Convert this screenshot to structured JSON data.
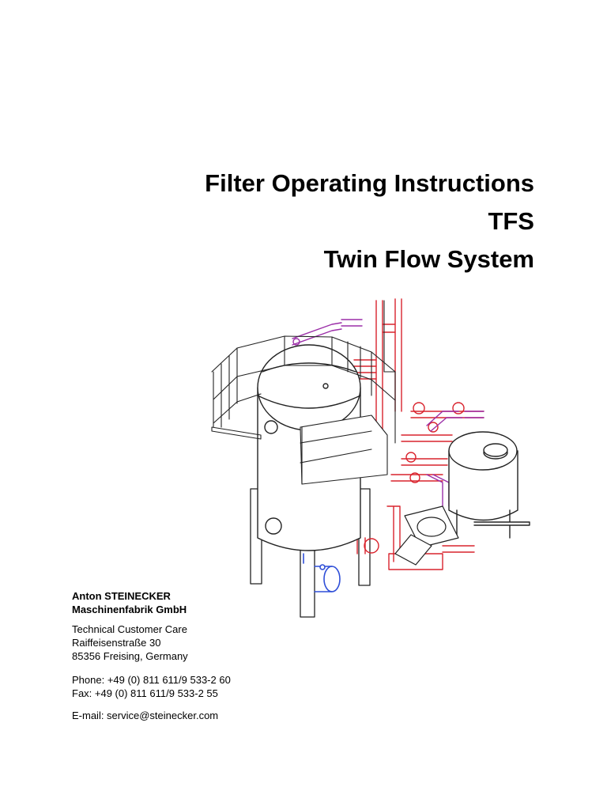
{
  "title": {
    "line1": "Filter Operating Instructions",
    "line2": "TFS",
    "line3": "Twin Flow System"
  },
  "illustration": {
    "colors": {
      "outline": "#222222",
      "red_pipe": "#d9232d",
      "purple_pipe": "#9b2fa8",
      "blue_motor": "#2f4fd8"
    }
  },
  "company": {
    "name1": "Anton STEINECKER",
    "name2": "Maschinenfabrik GmbH",
    "dept": "Technical Customer Care",
    "street": "Raiffeisenstraße 30",
    "city": "85356 Freising, Germany",
    "phone": "Phone: +49 (0) 811 611/9 533-2 60",
    "fax": "Fax: +49 (0) 811 611/9 533-2 55",
    "email": "E-mail: service@steinecker.com"
  }
}
